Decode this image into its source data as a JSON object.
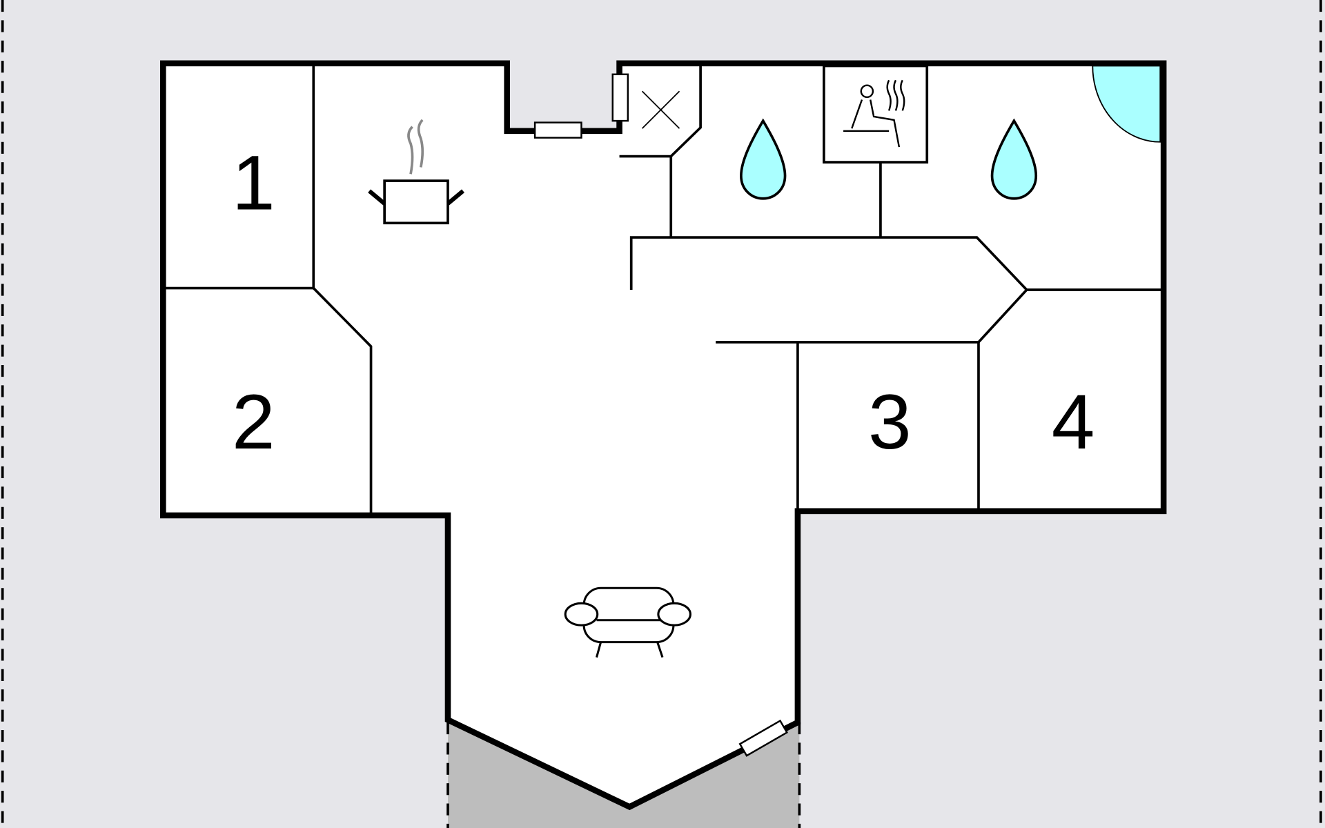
{
  "diagram": {
    "type": "floor-plan",
    "rooms": [
      {
        "label": "1"
      },
      {
        "label": "2"
      },
      {
        "label": "3"
      },
      {
        "label": "4"
      }
    ],
    "icons": [
      "kitchen-pot-icon",
      "sofa-icon",
      "sauna-icon",
      "water-drop-icon",
      "water-drop-icon",
      "utility-x-icon",
      "shower-quarter-circle-icon"
    ],
    "colors": {
      "background": "#e6e6ea",
      "floor": "#ffffff",
      "water": "#aaffff",
      "terrace": "#bdbdbd",
      "wall": "#000000"
    }
  }
}
